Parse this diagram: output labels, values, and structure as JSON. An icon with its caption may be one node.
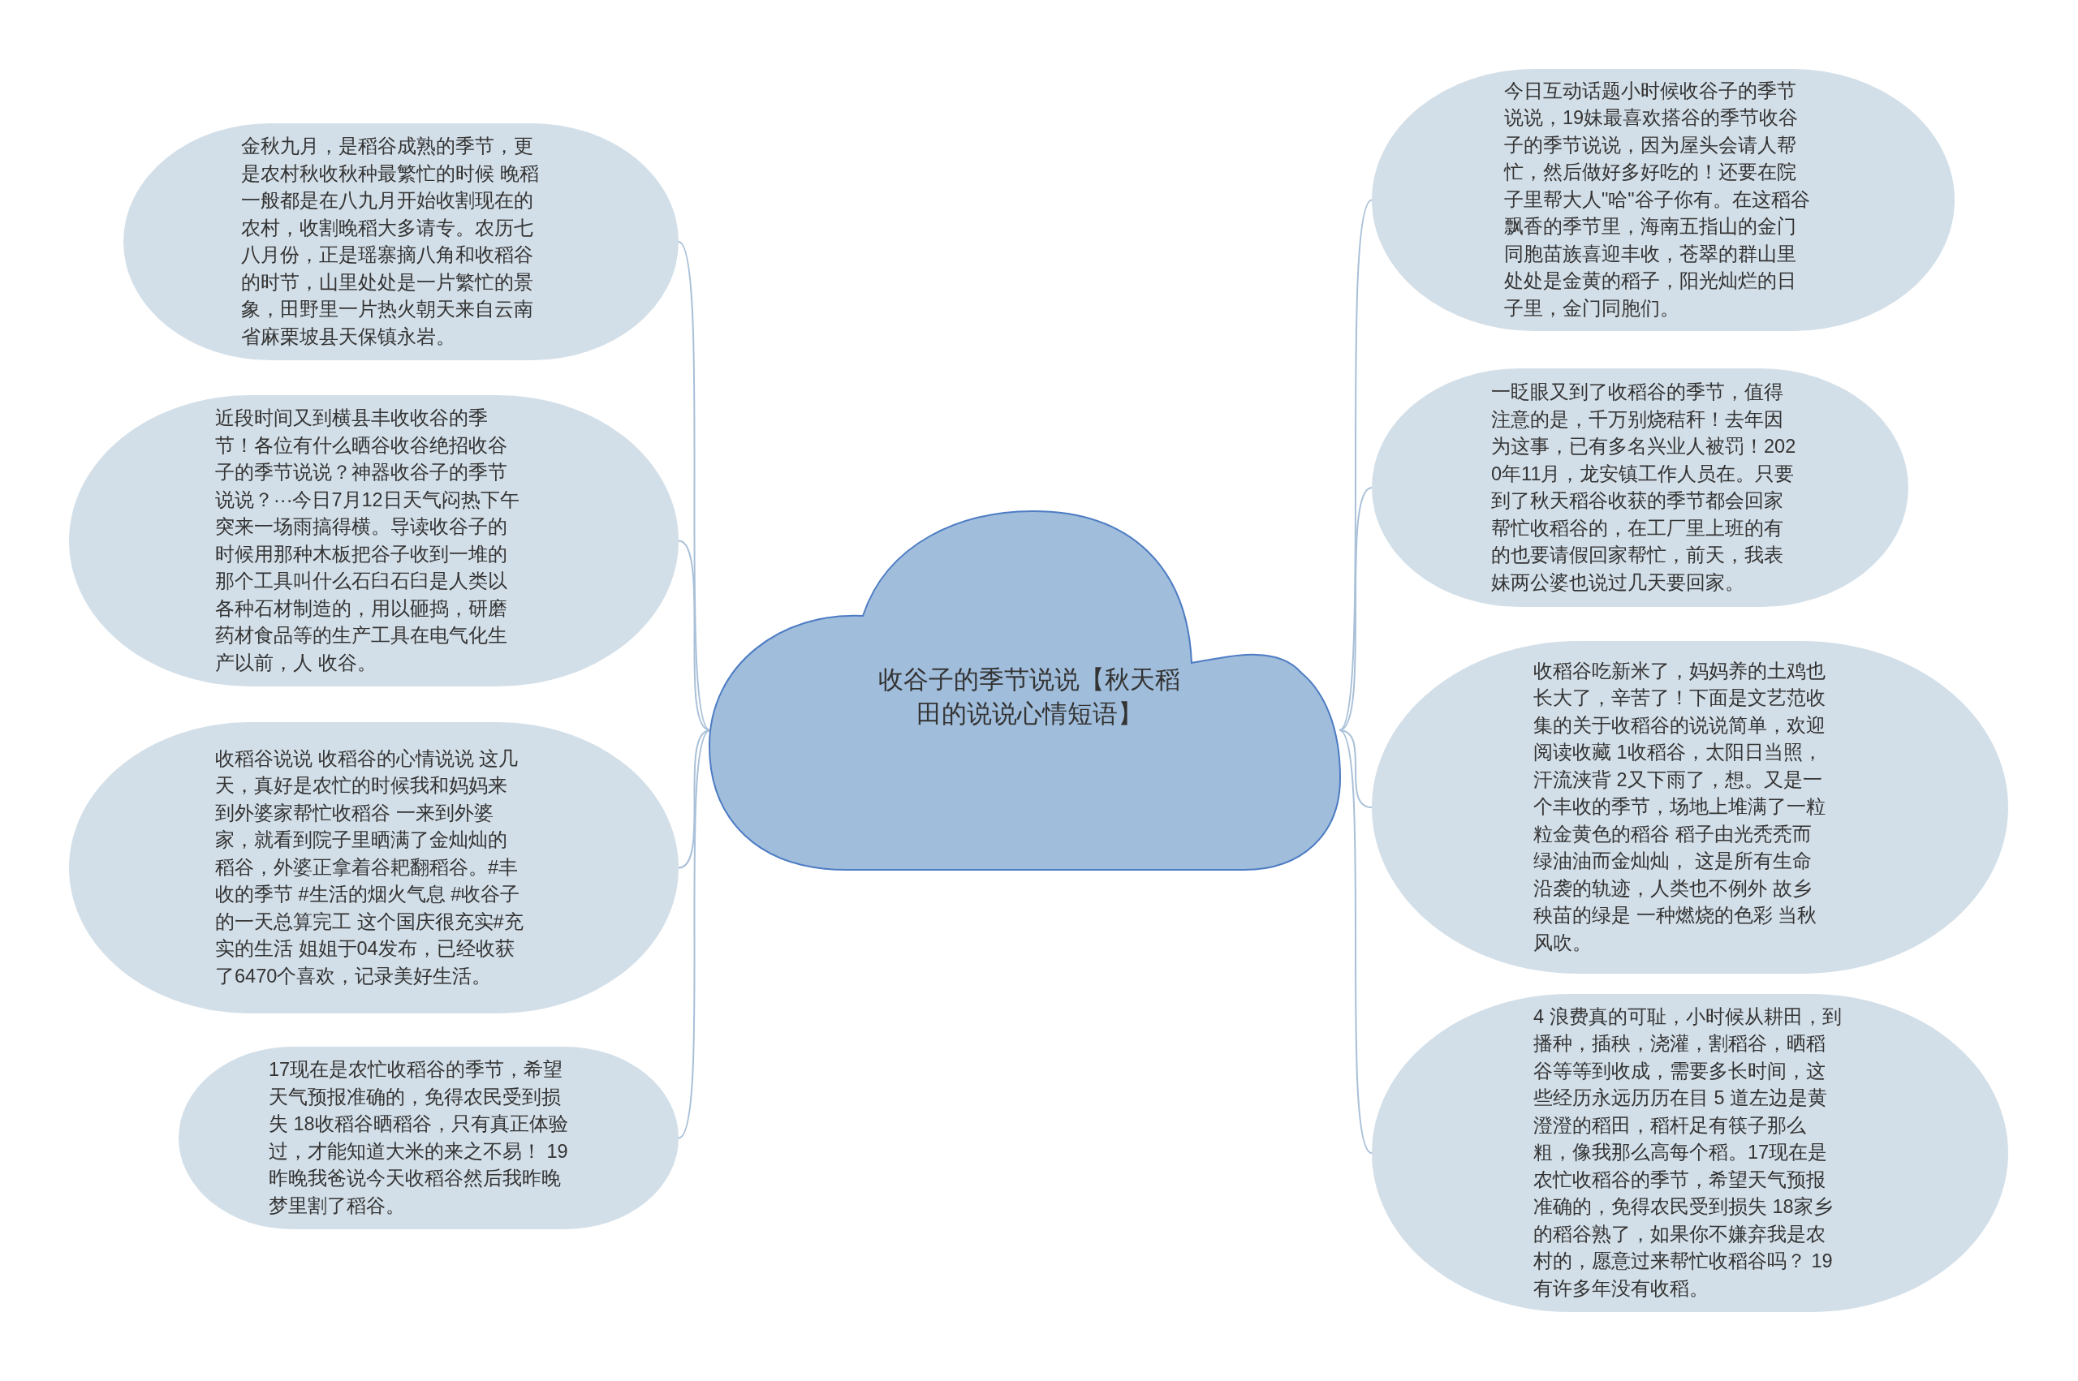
{
  "diagram": {
    "nodes": [
      {
        "text": [
          "收谷子的季节说说【秋天稻田的说说心情短语】"
        ]
      },
      {
        "text": [
          "金秋九月，是稻谷成熟的季节，更是农村秋收秋种最繁忙的时候 晚稻一般都是在八九月开始收割现在的农村，收割晚稻大多请专。农历七八月份，正是瑶寨摘八角和收稻谷的时节，山里处处是一片繁忙的景象，田野里一片热火朝天来自云南省麻栗坡县天保镇永岩。"
        ]
      },
      {
        "text": [
          "近段时间又到横县丰收收谷的季节！各位有什么晒谷收谷绝招收谷子的季节说说？神器收谷子的季节说说？···今日7月12日天气闷热下午突来一场雨搞得横。导读收谷子的时候用那种木板把谷子收到一堆的那个工具叫什么石臼石臼是人类以各种石材制造的，用以砸捣，研磨药材食品等的生产工具在电气化生产以前，人 收谷。"
        ]
      },
      {
        "text": [
          "收稻谷说说 收稻谷的心情说说 这几天，真好是农忙的时候我和妈妈来到外婆家帮忙收稻谷 一来到外婆家，就看到院子里晒满了金灿灿的稻谷，外婆正拿着谷耙翻稻谷。#丰收的季节 #生活的烟火气息 #收谷子的一天总算完工 这个国庆很充实#充实的生活 姐姐于04发布，已经收获了6470个喜欢，记录美好生活。"
        ]
      },
      {
        "text": [
          "17现在是农忙收稻谷的季节，希望天气预报准确的，免得农民受到损失 18收稻谷晒稻谷，只有真正体验过，才能知道大米的来之不易！ 19昨晚我爸说今天收稻谷然后我昨晚梦里割了稻谷。"
        ]
      },
      {
        "text": [
          "今日互动话题小时候收谷子的季节说说，19妹最喜欢搭谷的季节收谷子的季节说说，因为屋头会请人帮忙，然后做好多好吃的！还要在院子里帮大人\"哈\"谷子你有。在这稻谷飘香的季节里，海南五指山的金门同胞苗族喜迎丰收，苍翠的群山里处处是金黄的稻子，阳光灿烂的日子里，金门同胞们。"
        ]
      },
      {
        "text": [
          "一眨眼又到了收稻谷的季节，值得注意的是，千万别烧秸秆！去年因为这事，已有多名兴业人被罚！2020年11月，龙安镇工作人员在。只要到了秋天稻谷收获的季节都会回家帮忙收稻谷的，在工厂里上班的有的也要请假回家帮忙，前天，我表妹两公婆也说过几天要回家。"
        ]
      },
      {
        "text": [
          "收稻谷吃新米了，妈妈养的土鸡也长大了，辛苦了！下面是文艺范收集的关于收稻谷的说说简单，欢迎阅读收藏 1收稻谷，太阳日当照，汗流浃背 2又下雨了，想。又是一个丰收的季节，场地上堆满了一粒粒金黄色的稻谷 稻子由光秃秃而绿油油而金灿灿， 这是所有生命沿袭的轨迹，人类也不例外 故乡秧苗的绿是 一种燃烧的色彩 当秋风吹。"
        ]
      },
      {
        "text": [
          "4 浪费真的可耻，小时候从耕田，到播种，插秧，浇灌，割稻谷，晒稻谷等等到收成，需要多长时间，这些经历永远历历在目 5 道左边是黄澄澄的稻田，稻杆足有筷子那么粗，像我那么高每个稻。17现在是农忙收稻谷的季节，希望天气预报准确的，免得农民受到损失 18家乡的稻谷熟了，如果你不嫌弃我是农村的，愿意过来帮忙收稻谷吗？ 19有许多年没有收稻。"
        ]
      }
    ],
    "edges": [
      {
        "from": 0,
        "to": 1,
        "arrow": "none"
      },
      {
        "from": 0,
        "to": 2,
        "arrow": "none"
      },
      {
        "from": 0,
        "to": 3,
        "arrow": "none"
      },
      {
        "from": 0,
        "to": 4,
        "arrow": "none"
      },
      {
        "from": 0,
        "to": 5,
        "arrow": "none"
      },
      {
        "from": 0,
        "to": 6,
        "arrow": "none"
      },
      {
        "from": 0,
        "to": 7,
        "arrow": "none"
      },
      {
        "from": 0,
        "to": 8,
        "arrow": "none"
      }
    ]
  }
}
